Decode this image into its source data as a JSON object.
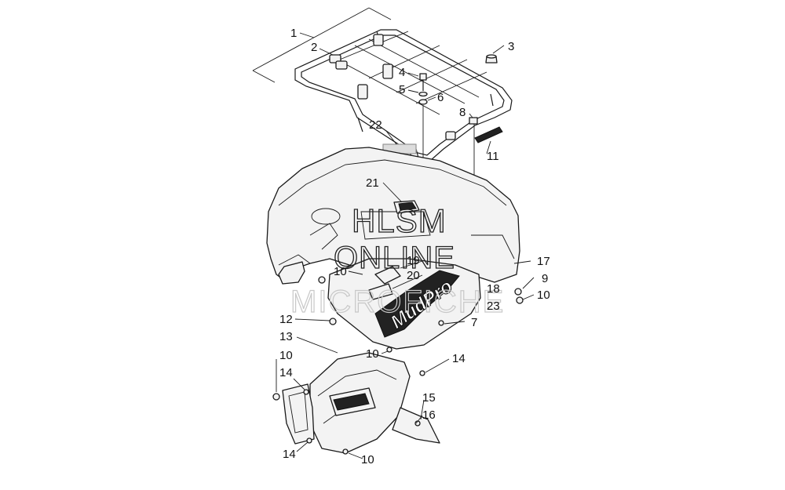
{
  "watermark": {
    "line1": "HLSM",
    "line2": "ONLINE",
    "line3": "MICROFICHE"
  },
  "decal_text": "MudPro",
  "callouts": [
    {
      "id": "c1",
      "text": "1"
    },
    {
      "id": "c2",
      "text": "2"
    },
    {
      "id": "c3",
      "text": "3"
    },
    {
      "id": "c4",
      "text": "4"
    },
    {
      "id": "c5",
      "text": "5"
    },
    {
      "id": "c6",
      "text": "6"
    },
    {
      "id": "c8",
      "text": "8"
    },
    {
      "id": "c11",
      "text": "11"
    },
    {
      "id": "c22",
      "text": "22"
    },
    {
      "id": "c21",
      "text": "21"
    },
    {
      "id": "c10a",
      "text": "10"
    },
    {
      "id": "c19",
      "text": "19"
    },
    {
      "id": "c20",
      "text": "20"
    },
    {
      "id": "c17",
      "text": "17"
    },
    {
      "id": "c9",
      "text": "9"
    },
    {
      "id": "c18",
      "text": "18"
    },
    {
      "id": "c10b",
      "text": "10"
    },
    {
      "id": "c23",
      "text": "23"
    },
    {
      "id": "c12",
      "text": "12"
    },
    {
      "id": "c7",
      "text": "7"
    },
    {
      "id": "c13",
      "text": "13"
    },
    {
      "id": "c10c",
      "text": "10"
    },
    {
      "id": "c10d",
      "text": "10"
    },
    {
      "id": "c14a",
      "text": "14"
    },
    {
      "id": "c14b",
      "text": "14"
    },
    {
      "id": "c15",
      "text": "15"
    },
    {
      "id": "c16",
      "text": "16"
    },
    {
      "id": "c14c",
      "text": "14"
    },
    {
      "id": "c10e",
      "text": "10"
    }
  ]
}
